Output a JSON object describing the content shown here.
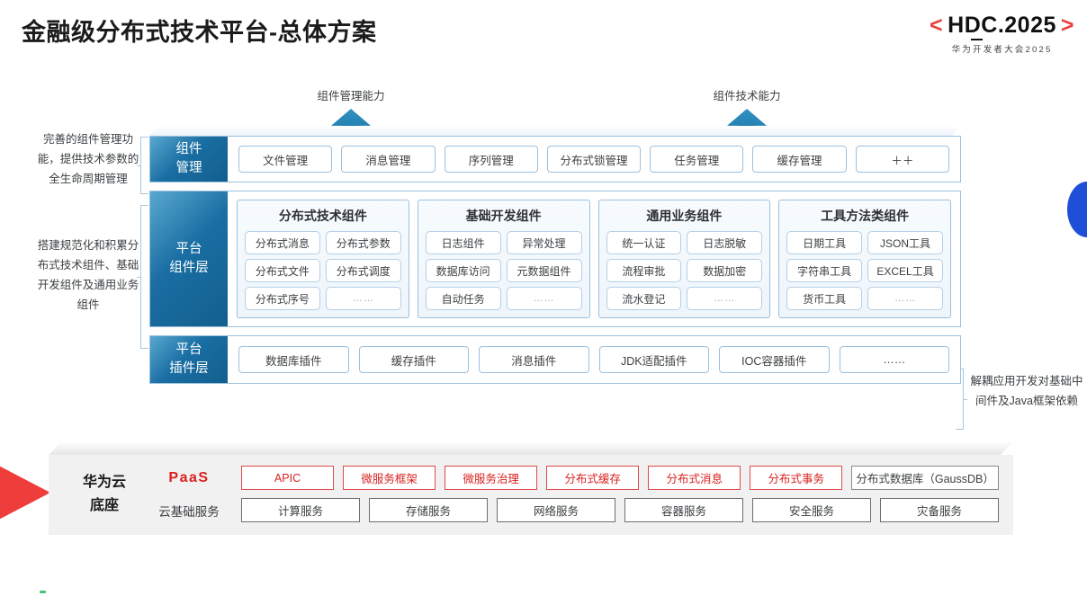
{
  "header": {
    "title": "金融级分布式技术平台-总体方案",
    "logo": {
      "left_bracket": "<",
      "text_part1": "HD",
      "text_part2": "C",
      "text_part3": ".2025",
      "right_bracket": ">",
      "subtitle": "华为开发者大会2025"
    }
  },
  "arrows": [
    {
      "label": "组件管理能力"
    },
    {
      "label": "组件技术能力"
    }
  ],
  "annotations": {
    "left_top": "完善的组件管理功能，提供技术参数的全生命周期管理",
    "left_bottom": "搭建规范化和积累分布式技术组件、基础开发组件及通用业务组件",
    "right": "解耦应用开发对基础中间件及Java框架依赖"
  },
  "layers": [
    {
      "name": "component-management",
      "label_line1": "组件",
      "label_line2": "管理",
      "items": [
        "文件管理",
        "消息管理",
        "序列管理",
        "分布式锁管理",
        "任务管理",
        "缓存管理",
        "＋＋"
      ]
    },
    {
      "name": "platform-plugin",
      "label_line1": "平台",
      "label_line2": "插件层",
      "items": [
        "数据库插件",
        "缓存插件",
        "消息插件",
        "JDK适配插件",
        "IOC容器插件",
        "……"
      ]
    }
  ],
  "component_layer": {
    "label_line1": "平台",
    "label_line2": "组件层",
    "groups": [
      {
        "title": "分布式技术组件",
        "items": [
          "分布式消息",
          "分布式参数",
          "分布式文件",
          "分布式调度",
          "分布式序号",
          "……"
        ]
      },
      {
        "title": "基础开发组件",
        "items": [
          "日志组件",
          "异常处理",
          "数据库访问",
          "元数据组件",
          "自动任务",
          "……"
        ]
      },
      {
        "title": "通用业务组件",
        "items": [
          "统一认证",
          "日志脱敏",
          "流程审批",
          "数据加密",
          "流水登记",
          "……"
        ]
      },
      {
        "title": "工具方法类组件",
        "items": [
          "日期工具",
          "JSON工具",
          "字符串工具",
          "EXCEL工具",
          "货币工具",
          "……"
        ]
      }
    ]
  },
  "paas": {
    "left_line1": "华为云",
    "left_line2": "底座",
    "row1_tag": "PaaS",
    "row1_items": [
      {
        "label": "APIC",
        "style": "red"
      },
      {
        "label": "微服务框架",
        "style": "red"
      },
      {
        "label": "微服务治理",
        "style": "red"
      },
      {
        "label": "分布式缓存",
        "style": "red"
      },
      {
        "label": "分布式消息",
        "style": "red"
      },
      {
        "label": "分布式事务",
        "style": "red"
      },
      {
        "label": "分布式数据库（GaussDB）",
        "style": "gray-wide"
      }
    ],
    "row2_tag": "云基础服务",
    "row2_items": [
      "计算服务",
      "存储服务",
      "网络服务",
      "容器服务",
      "安全服务",
      "灾备服务"
    ]
  },
  "colors": {
    "brand_red": "#d9211f",
    "accent_blue": "#1a6ea3",
    "panel_border": "#9cc0dd",
    "bottom_bg": "#f1f1f1"
  }
}
